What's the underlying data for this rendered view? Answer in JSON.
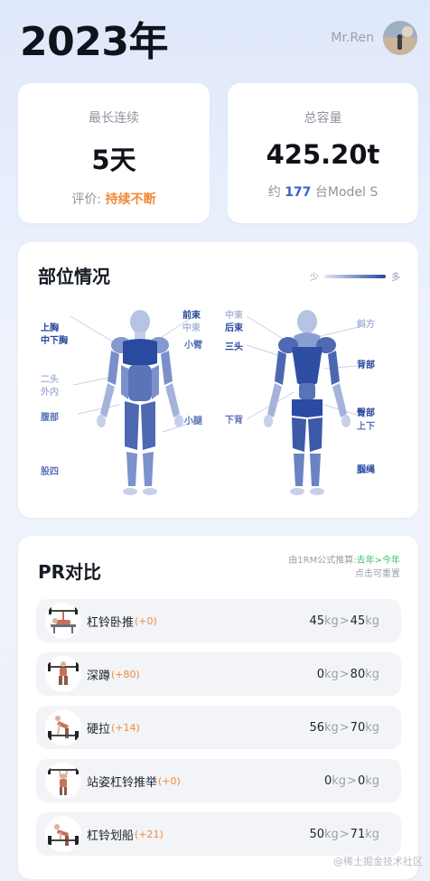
{
  "header": {
    "year": "2023年",
    "username": "Mr.Ren"
  },
  "stats": {
    "streak": {
      "label": "最长连续",
      "value": "5天",
      "rating_label": "评价:",
      "rating_value": "持续不断"
    },
    "volume": {
      "label": "总容量",
      "value": "425.20t",
      "prefix": "约",
      "count": "177",
      "suffix": "台Model S"
    }
  },
  "body_section": {
    "title": "部位情况",
    "legend": {
      "low": "少",
      "high": "多"
    },
    "front_labels": {
      "upper_chest": "上胸",
      "mid_lower_chest": "中下胸",
      "biceps": "二头",
      "adductor": "外内",
      "abs": "腹部",
      "quads": "股四",
      "front_delt": "前束",
      "mid_delt_front": "中束",
      "forearm": "小臂",
      "calf_front": "小腿"
    },
    "back_labels": {
      "mid_delt_back": "中束",
      "rear_delt": "后束",
      "triceps": "三头",
      "lower_back": "下背",
      "traps": "斜方",
      "lats": "背部",
      "glutes": "臀部",
      "glutes_sub": "上下",
      "hamstrings": "腘绳"
    }
  },
  "pr_section": {
    "title": "PR对比",
    "note_prefix": "由1RM公式推算:",
    "note_highlight": "去年>今年",
    "note_line2": "点击可重置",
    "unit": "kg",
    "arrow": ">",
    "items": [
      {
        "name": "杠铃卧推",
        "delta": "(+0)",
        "last_year": "45",
        "this_year": "45"
      },
      {
        "name": "深蹲",
        "delta": "(+80)",
        "last_year": "0",
        "this_year": "80"
      },
      {
        "name": "硬拉",
        "delta": "(+14)",
        "last_year": "56",
        "this_year": "70"
      },
      {
        "name": "站姿杠铃推举",
        "delta": "(+0)",
        "last_year": "0",
        "this_year": "0"
      },
      {
        "name": "杠铃划船",
        "delta": "(+21)",
        "last_year": "50",
        "this_year": "71"
      }
    ]
  },
  "watermark": "@稀土掘金技术社区",
  "colors": {
    "accent_orange": "#ef8a3a",
    "accent_blue": "#3a63c6",
    "accent_green": "#3cc271",
    "muscle_dark": "#27469d"
  }
}
